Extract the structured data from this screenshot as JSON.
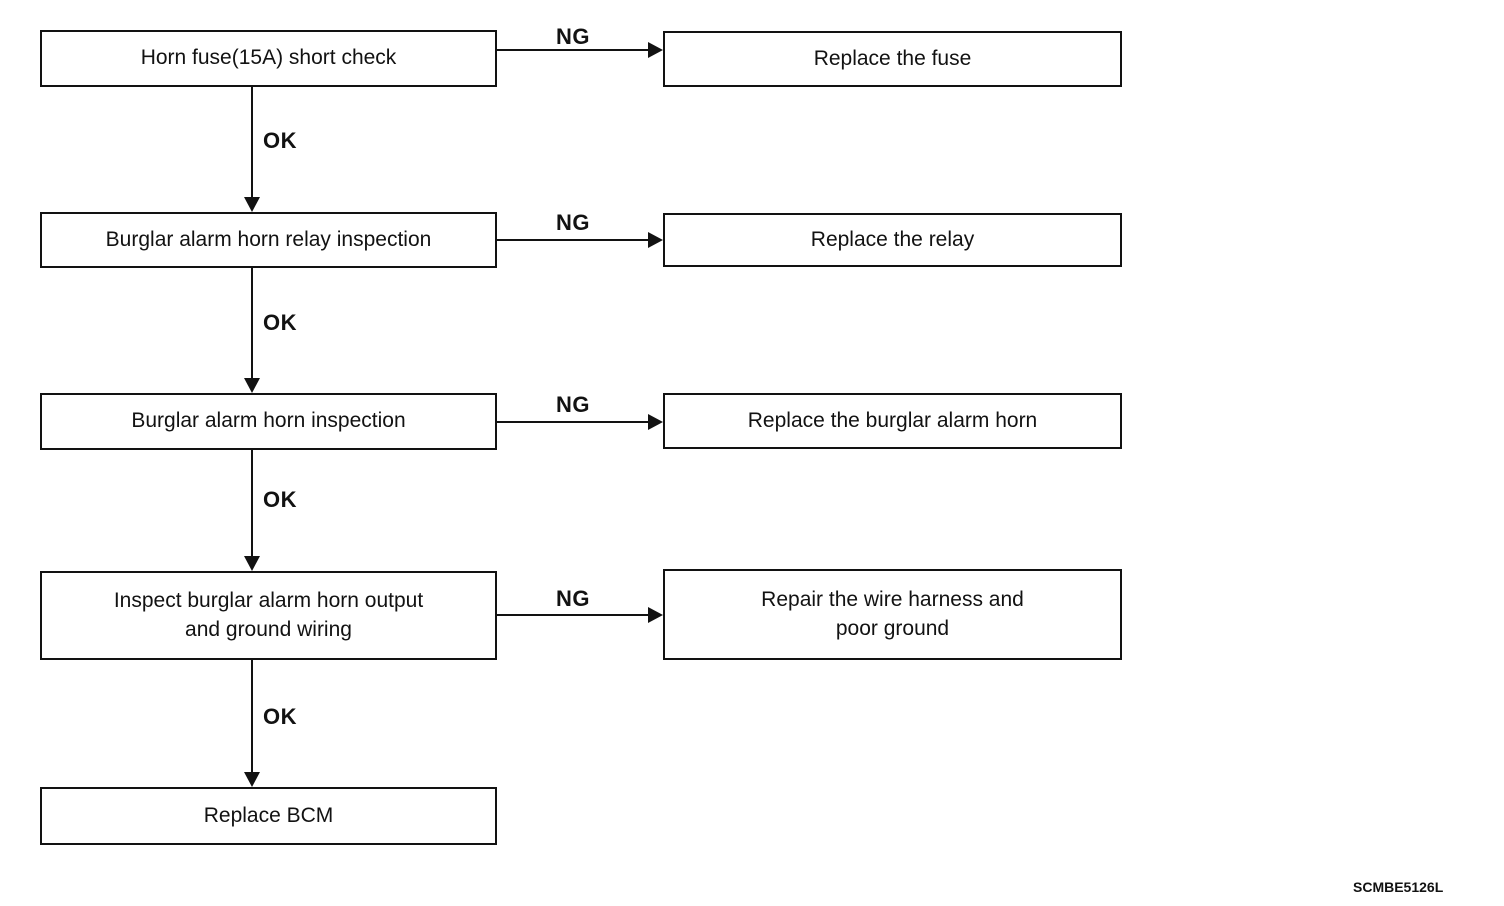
{
  "figure_code": "SCMBE5126L",
  "connector_labels": {
    "ok": "OK",
    "ng": "NG"
  },
  "flow": {
    "type": "troubleshooting-flowchart",
    "steps": [
      {
        "check": "Horn fuse(15A) short check",
        "ng_action": "Replace the fuse"
      },
      {
        "check": "Burglar alarm horn relay inspection",
        "ng_action": "Replace the relay"
      },
      {
        "check": "Burglar alarm horn inspection",
        "ng_action": "Replace the burglar alarm horn"
      },
      {
        "check": "Inspect burglar alarm horn output\nand ground wiring",
        "ng_action": "Repair the wire harness and\npoor ground"
      },
      {
        "check": "Replace BCM"
      }
    ]
  }
}
